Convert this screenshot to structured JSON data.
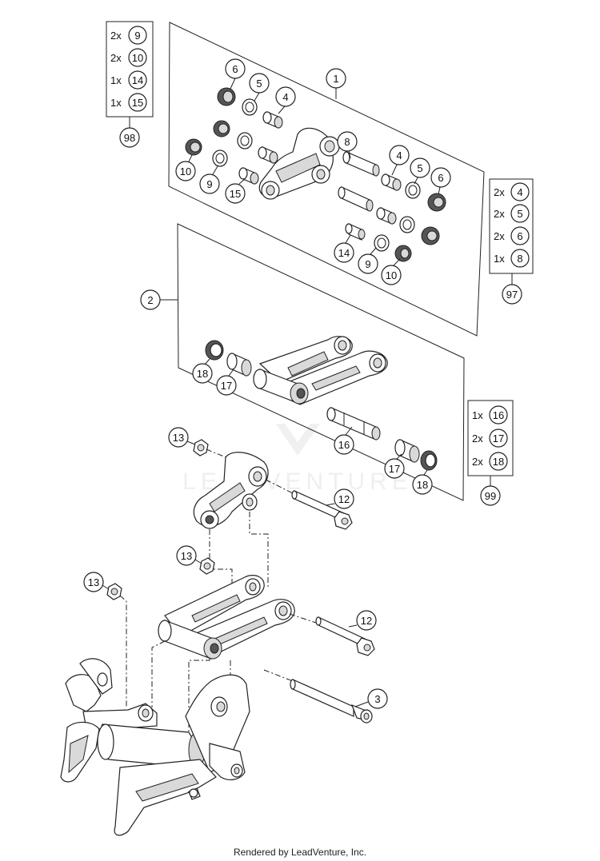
{
  "watermark": "LEADVENTURE",
  "credit": "Rendered by LeadVenture, Inc.",
  "kits": [
    {
      "number": "98",
      "items": [
        {
          "qty": "2x",
          "part": "9"
        },
        {
          "qty": "2x",
          "part": "10"
        },
        {
          "qty": "1x",
          "part": "14"
        },
        {
          "qty": "1x",
          "part": "15"
        }
      ]
    },
    {
      "number": "97",
      "items": [
        {
          "qty": "2x",
          "part": "4"
        },
        {
          "qty": "2x",
          "part": "5"
        },
        {
          "qty": "2x",
          "part": "6"
        },
        {
          "qty": "1x",
          "part": "8"
        }
      ]
    },
    {
      "number": "99",
      "items": [
        {
          "qty": "1x",
          "part": "16"
        },
        {
          "qty": "2x",
          "part": "17"
        },
        {
          "qty": "2x",
          "part": "18"
        }
      ]
    }
  ],
  "callouts": {
    "c1": "1",
    "c2": "2",
    "c3": "3",
    "c4a": "4",
    "c4b": "4",
    "c5a": "5",
    "c5b": "5",
    "c6a": "6",
    "c6b": "6",
    "c8": "8",
    "c9a": "9",
    "c9b": "9",
    "c10a": "10",
    "c10b": "10",
    "c12a": "12",
    "c12b": "12",
    "c13a": "13",
    "c13b": "13",
    "c13c": "13",
    "c14": "14",
    "c15": "15",
    "c16": "16",
    "c17a": "17",
    "c17b": "17",
    "c18a": "18",
    "c18b": "18"
  },
  "colors": {
    "line": "#222222",
    "shade": "#d9d9d9",
    "background": "#ffffff"
  }
}
